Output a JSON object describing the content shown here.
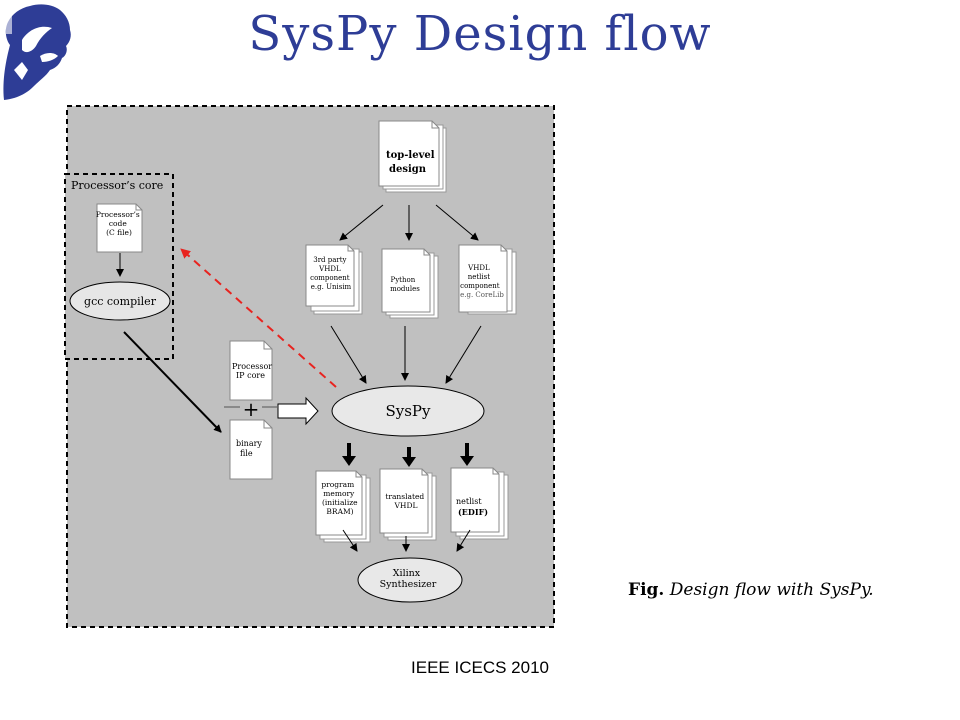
{
  "title": "SysPy Design flow",
  "footer": "IEEE ICECS 2010",
  "caption": {
    "fig": "Fig.",
    "text": "Design flow with SysPy."
  },
  "diagram": {
    "processor_core_label": "Processor’s core",
    "processor_code": [
      "Processor’s",
      "code",
      "(C file)"
    ],
    "gcc_compiler": "gcc compiler",
    "top_level": [
      "top-level",
      "design"
    ],
    "third_party": [
      "3rd party",
      "VHDL",
      "component",
      "e.g. Unisim"
    ],
    "python_modules": [
      "Python",
      "modules"
    ],
    "vhdl_netlist": [
      "VHDL",
      "netlist",
      "component",
      "e.g. CoreLib"
    ],
    "processor_ip": [
      "Processor",
      "IP core"
    ],
    "plus": "+",
    "binary_file": [
      "binary",
      "file"
    ],
    "syspy": "SysPy",
    "program_memory": [
      "program",
      "memory",
      "(initialize",
      "BRAM)"
    ],
    "translated_vhdl": [
      "translated",
      "VHDL"
    ],
    "netlist_edif": [
      "netlist",
      "(EDIF)"
    ],
    "xilinx": [
      "Xilinx",
      "Synthesizer"
    ]
  },
  "colors": {
    "title": "#2e3d96",
    "logo": "#2e3d96",
    "panel": "#c0c0c0",
    "dashed_arrow": "#e8231f"
  }
}
